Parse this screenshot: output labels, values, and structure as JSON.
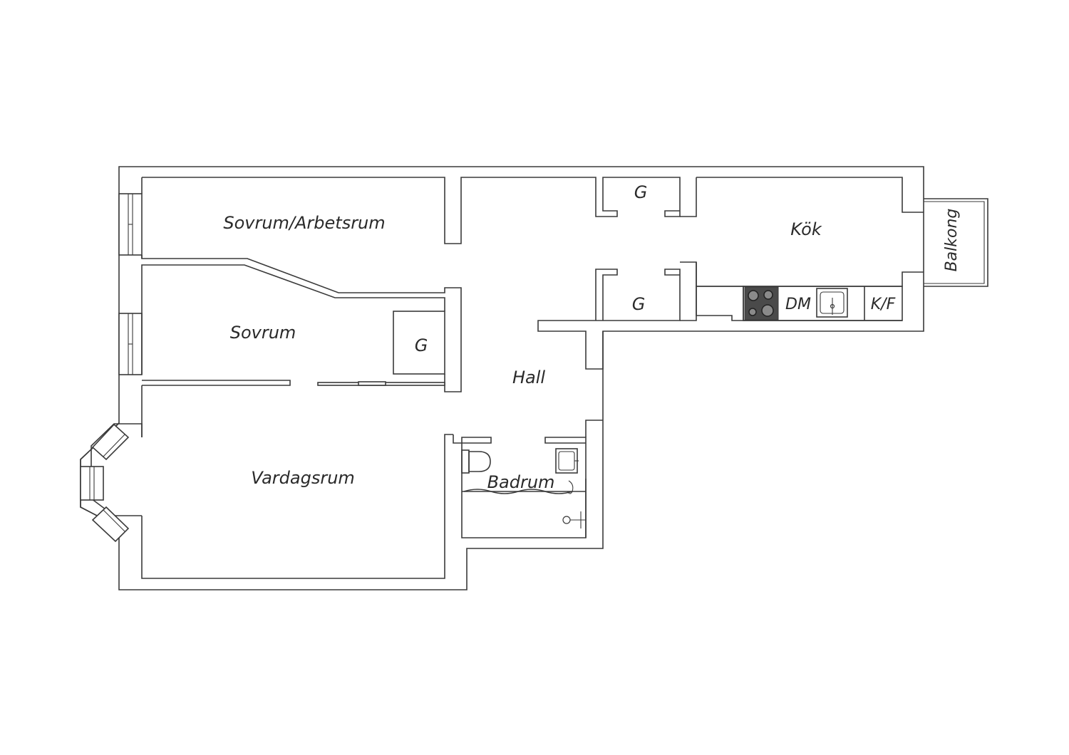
{
  "rooms": {
    "sovrum_arbetsrum": "Sovrum/Arbetsrum",
    "sovrum": "Sovrum",
    "vardagsrum": "Vardagsrum",
    "hall": "Hall",
    "badrum": "Badrum",
    "kok": "Kök",
    "balkong": "Balkong",
    "garderob_top": "G",
    "garderob_mid": "G",
    "garderob_sovrum": "G"
  },
  "fixtures": {
    "diskmaskin": "DM",
    "kyl_frys": "K/F"
  },
  "colors": {
    "wall": "#3a3a3a",
    "stove": "#4a4a4a",
    "background": "#ffffff"
  }
}
